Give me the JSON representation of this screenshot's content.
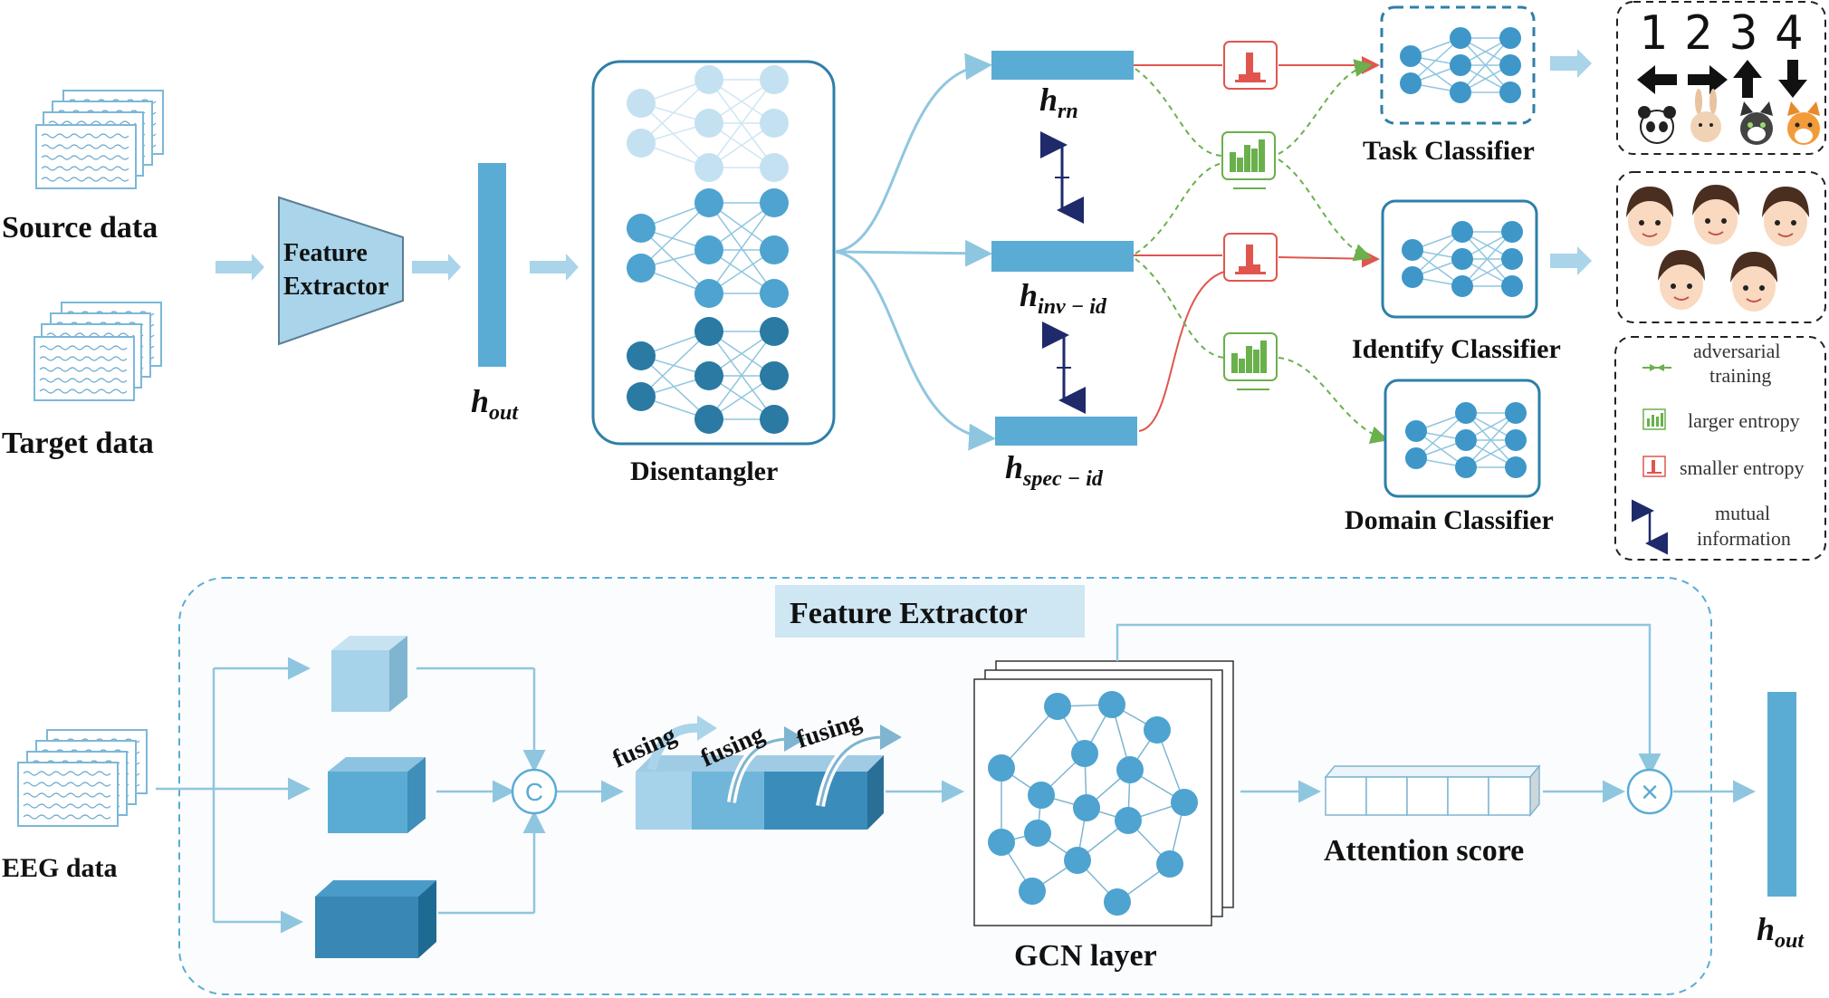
{
  "inputs": {
    "source_label": "Source data",
    "target_label": "Target data",
    "eeg_label": "EEG data"
  },
  "top": {
    "feature_extractor_line1": "Feature",
    "feature_extractor_line2": "Extractor",
    "hout": {
      "base": "h",
      "sub": "out"
    },
    "disentangler_label": "Disentangler",
    "h_rn": {
      "base": "h",
      "sub": "rn"
    },
    "h_inv": {
      "base": "h",
      "sub": "inv − id"
    },
    "h_spec": {
      "base": "h",
      "sub": "spec − id"
    },
    "task_classifier": "Task Classifier",
    "identify_classifier": "Identify Classifier",
    "domain_classifier": "Domain Classifier",
    "digits": [
      "1",
      "2",
      "3",
      "4"
    ]
  },
  "legend": {
    "adversarial_1": "adversarial",
    "adversarial_2": "training",
    "larger_entropy": "larger entropy",
    "smaller_entropy": "smaller entropy",
    "mutual_1": "mutual",
    "mutual_2": "information"
  },
  "bottom": {
    "title": "Feature Extractor",
    "fusing": "fusing",
    "concat_symbol": "C",
    "multiply_symbol": "×",
    "gcn_label": "GCN layer",
    "attention_label": "Attention score",
    "hout": {
      "base": "h",
      "sub": "out"
    }
  },
  "colors": {
    "light_blue": "#a9d4ea",
    "mid_blue": "#5aacd4",
    "dark_blue": "#2e7fa8",
    "arrow_blue": "#8fc6df",
    "red": "#e0564f",
    "green": "#6ab04c",
    "navy": "#1f2a6b"
  }
}
